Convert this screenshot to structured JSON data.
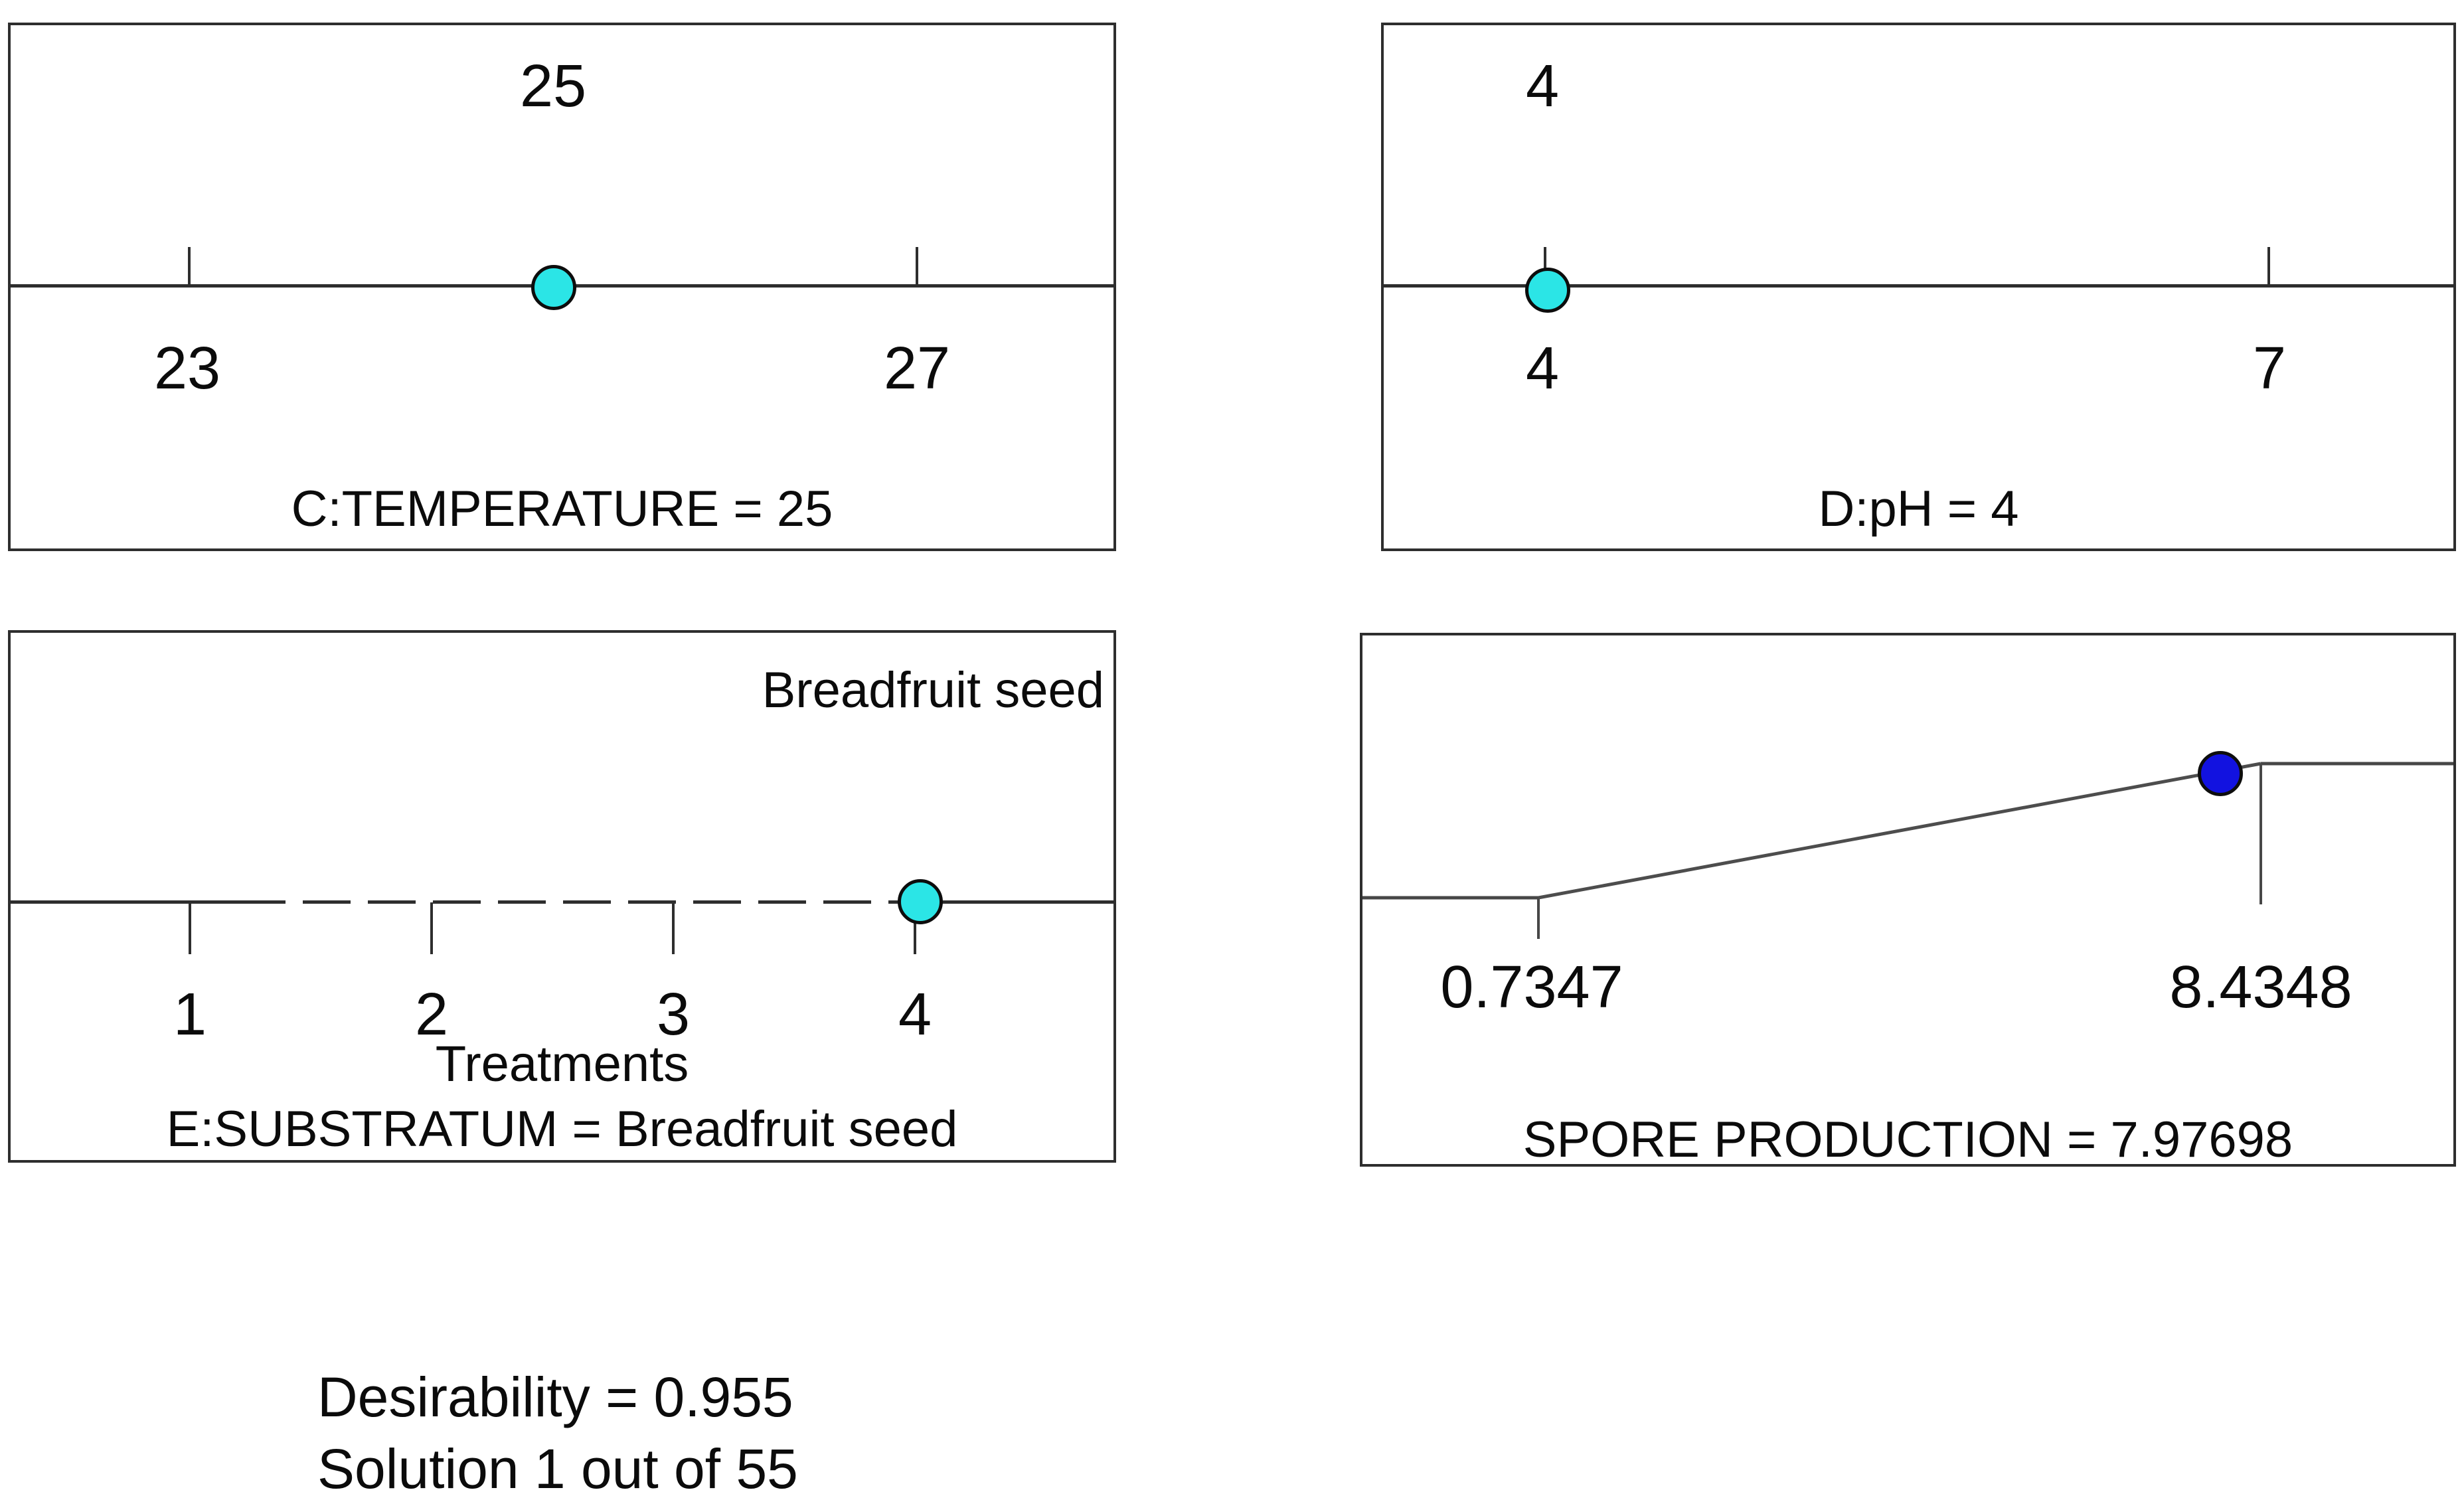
{
  "colors": {
    "factor_point": "#2BE5E6",
    "response_point": "#1212E0",
    "line": "#2E2E2E"
  },
  "panels": {
    "temperature": {
      "top_value": "25",
      "min": "23",
      "max": "27",
      "caption": "C:TEMPERATURE = 25"
    },
    "ph": {
      "top_value": "4",
      "min": "4",
      "max": "7",
      "caption": "D:pH = 4"
    },
    "substratum": {
      "selected": "Breadfruit seed",
      "ticks": [
        "1",
        "2",
        "3",
        "4"
      ],
      "axis_label": "Treatments",
      "caption": "E:SUBSTRATUM = Breadfruit seed"
    },
    "response": {
      "min": "0.7347",
      "max": "8.4348",
      "caption": "SPORE PRODUCTION = 7.97698"
    }
  },
  "footer": {
    "desirability": "Desirability = 0.955",
    "solution": "Solution 1 out of 55"
  },
  "chart_data": {
    "type": "line",
    "subtype": "desirability-optimization-ramps",
    "ramps": [
      {
        "name": "C:TEMPERATURE",
        "kind": "factor",
        "min": 23,
        "max": 27,
        "value": 25
      },
      {
        "name": "D:pH",
        "kind": "factor",
        "min": 4,
        "max": 7,
        "value": 4
      },
      {
        "name": "E:SUBSTRATUM",
        "kind": "categoric-factor",
        "axis_label": "Treatments",
        "categories": [
          "1",
          "2",
          "3",
          "4"
        ],
        "selected_treatment": 4,
        "value": "Breadfruit seed"
      },
      {
        "name": "SPORE PRODUCTION",
        "kind": "response",
        "min": 0.7347,
        "max": 8.4348,
        "value": 7.97698
      }
    ],
    "desirability": 0.955,
    "solution_index": 1,
    "solution_count": 55,
    "legend_position": "none",
    "grid": false
  }
}
